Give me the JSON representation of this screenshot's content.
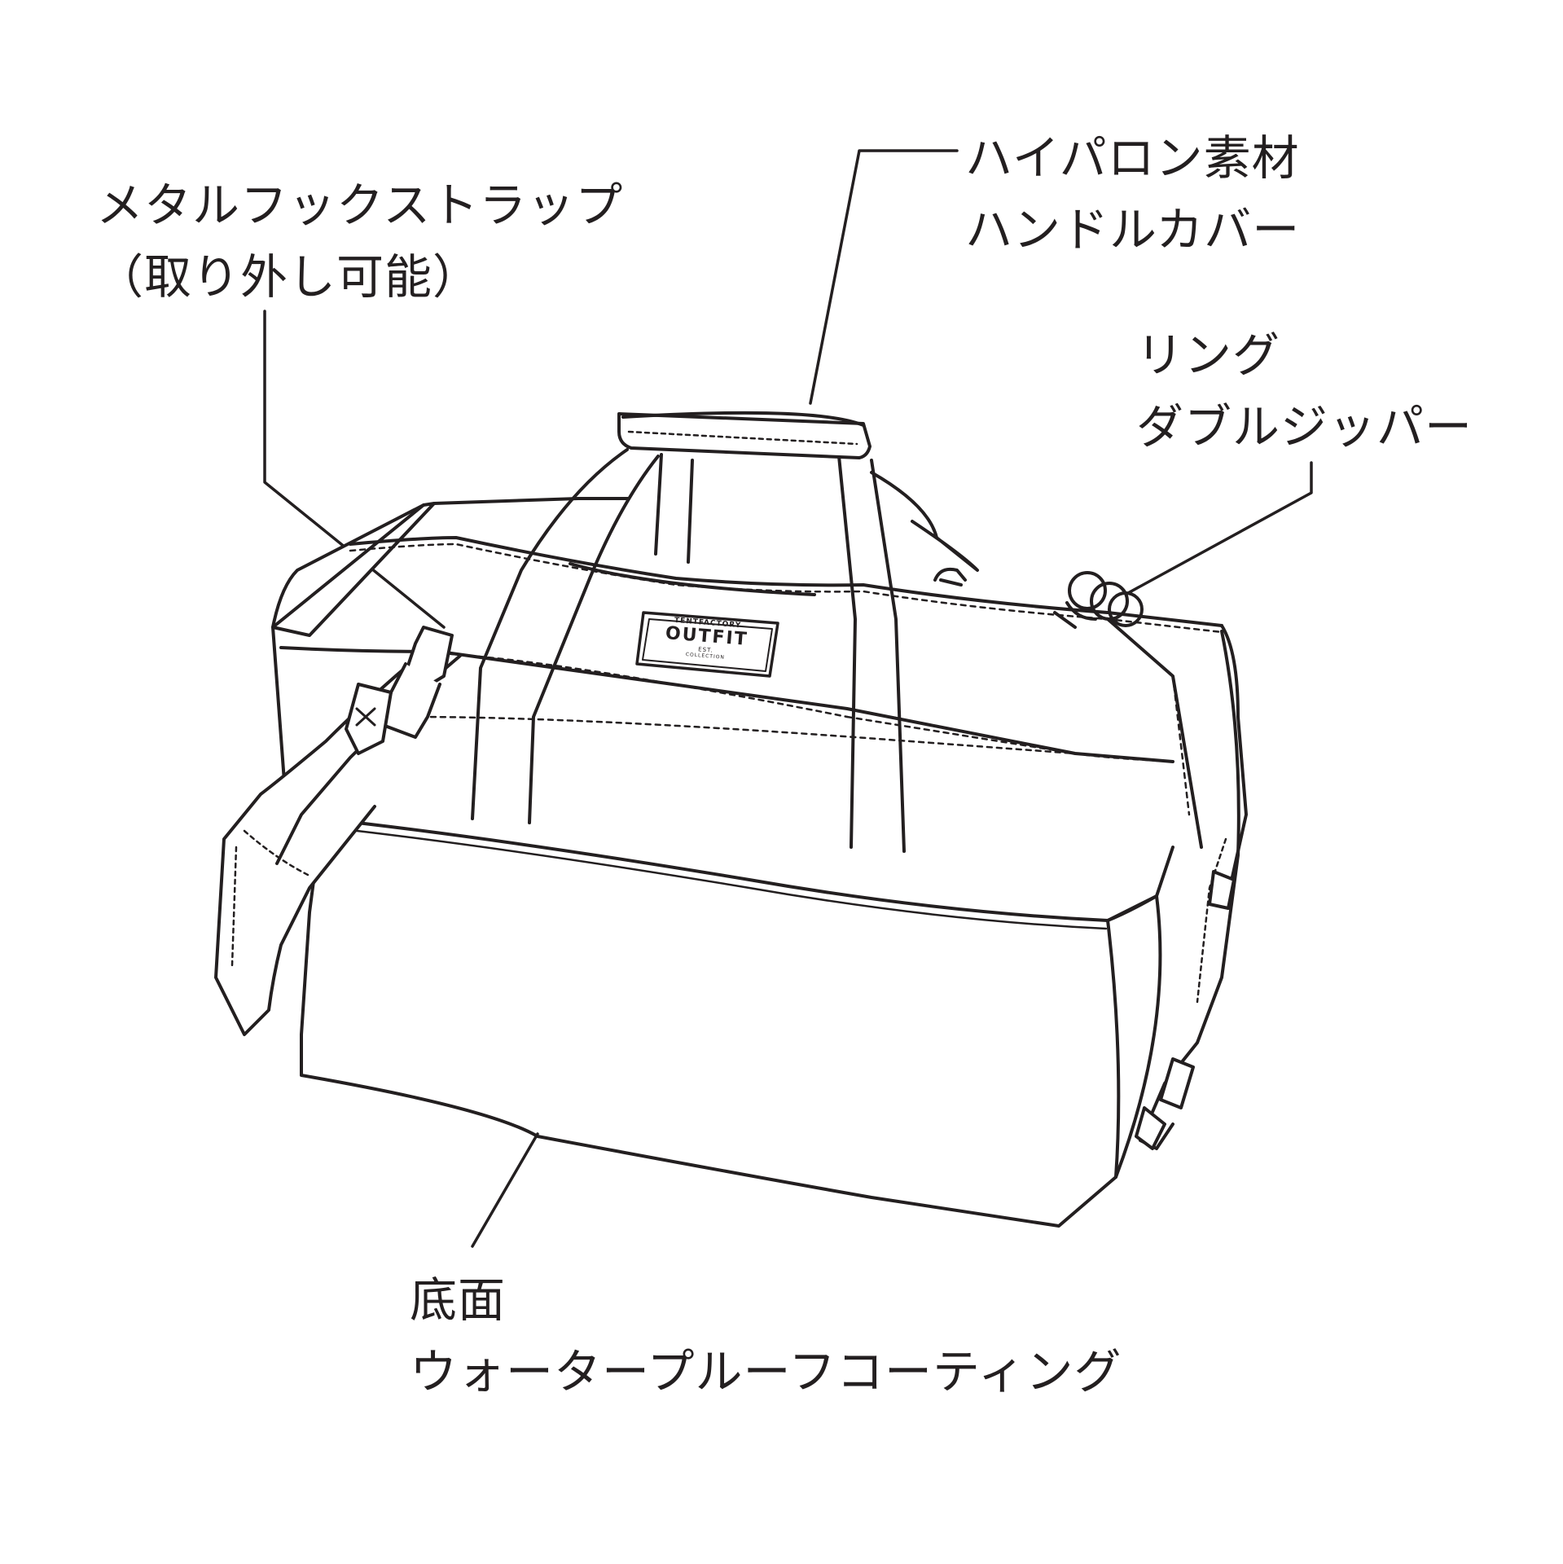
{
  "callouts": {
    "strap": {
      "line1": "メタルフックストラップ",
      "line2": "（取り外し可能）"
    },
    "handle": {
      "line1": "ハイパロン素材",
      "line2": "ハンドルカバー"
    },
    "zipper": {
      "line1": "リング",
      "line2": "ダブルジッパー"
    },
    "bottom": {
      "line1": "底面",
      "line2": "ウォータープルーフコーティング"
    }
  },
  "logo_patch": {
    "top": "TENTFACTORY",
    "main": "OUTFIT",
    "sub": "EST.",
    "bottom": "COLLECTION"
  },
  "colors": {
    "ink": "#231f20",
    "background": "#ffffff"
  }
}
